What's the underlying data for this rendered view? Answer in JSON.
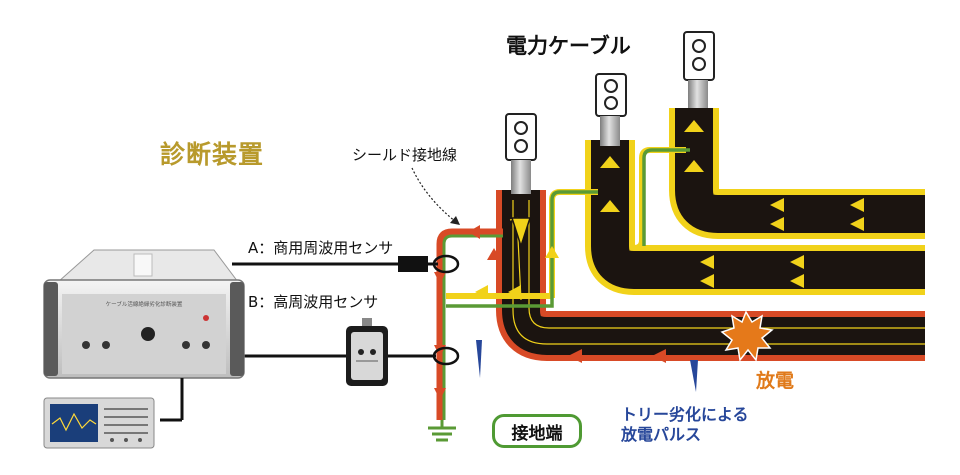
{
  "labels": {
    "title": "電力ケーブル",
    "device": "診断装置",
    "shield": "シールド接地線",
    "sensor_a": "A：商用周波用センサ",
    "sensor_b": "B：高周波用センサ",
    "discharge": "放電",
    "pulse_line1": "トリー劣化による",
    "pulse_line2": "放電パルス",
    "ground_end": "接地端"
  },
  "device_panel": {
    "header": "ケーブル活線絶縁劣化診断装置"
  },
  "colors": {
    "cable_black": "#1b1410",
    "shield_yellow": "#f1d21a",
    "shield_red": "#d84a26",
    "shield_green": "#5a9a35",
    "discharge_orange": "#e5791a",
    "pulse_blue": "#27479a",
    "device_title": "#b89a2c"
  },
  "icons": [
    "cable-terminal-icon",
    "ground-symbol-icon",
    "discharge-burst-icon",
    "pulse-icon",
    "ct-sensor-icon",
    "oscilloscope-icon",
    "diagnostic-device-icon",
    "hf-sensor-icon"
  ]
}
